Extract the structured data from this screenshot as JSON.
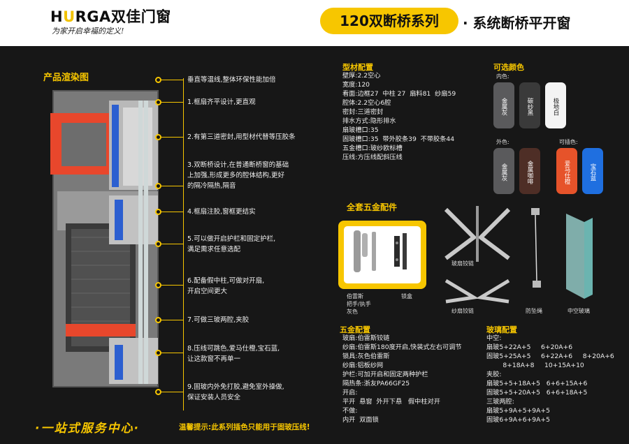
{
  "header": {
    "logo_pre": "H",
    "logo_u": "U",
    "logo_post": "RGA",
    "logo_cn": "双佳门窗",
    "slogan": "为家开启幸福的定义!",
    "series": "120双断桥系列",
    "series_sub": "· 系统断桥平开窗"
  },
  "render": {
    "title": "产品渲染图",
    "annotations": [
      "垂直等温线,整体环保性能加倍",
      "1.框扇齐平设计,更直观",
      "2.有第三道密封,用型材代替等压胶条",
      "3.双断桥设计,在普通断桥窗的基础\n上加强,形成更多的腔体结构,更好\n的隔冷隔热,隔音",
      "4.框扇注胶,窗框更结实",
      "5.可以做开启护栏和固定护栏,\n满足需求任意选配",
      "6.配备假中柱,可做对开扇,\n开启空间更大",
      "7.可做三玻两腔,夹胶",
      "8.压线可跳色,爱马仕橙,宝石蓝,\n让这款窗不再单一",
      "9.固玻内外免打胶,避免室外操做,\n保证安装人员安全"
    ]
  },
  "profile": {
    "title": "型材配置",
    "lines": "壁厚:2.2空心\n宽度:120\n看面:边框27  中柱 27  扇料81  纱扇59\n腔体:2.2空心6腔\n密封:三道密封\n排水方式:隐形排水\n扇玻槽口:35\n固玻槽口:35  带外胶条39  不带胶条44\n五金槽口:玻纱欧标槽\n压线:方压线配斜压线"
  },
  "colors": {
    "title": "可选颜色",
    "inner_label": "内色:",
    "outer_label": "外色:",
    "bead_label": "可插色:",
    "inner": [
      {
        "name": "金属灰",
        "color": "#5a5a5c"
      },
      {
        "name": "碳纱黑",
        "color": "#3a3a3a"
      },
      {
        "name": "极地白",
        "color": "#f4f4f4"
      }
    ],
    "outer": [
      {
        "name": "金属灰",
        "color": "#5a5a5c"
      },
      {
        "name": "金属咖啡",
        "color": "#4e2e26"
      }
    ],
    "bead": [
      {
        "name": "爱马仕橙",
        "color": "#e6532a"
      },
      {
        "name": "宝石蓝",
        "color": "#1f6fe0"
      }
    ]
  },
  "hardware": {
    "title": "全套五金配件",
    "handle_label": "伯雷斯\n把手/执手\n灰色",
    "lockbox_label": "锁盒",
    "hinge_label": "玻扇铰链",
    "screen_hinge_label": "纱扇铰链",
    "rope_label": "防坠绳",
    "glass_label": "中空玻璃"
  },
  "hw_config": {
    "title": "五金配置",
    "lines": "玻扇:伯雷斯铰链\n纱扇:伯雷斯180度开启,快装式左右可调节\n锁具:灰色伯雷斯\n纱扇:铝板纱网\n护栏:可加开启和固定两种护栏\n隔热条:浙友PA66GF25\n开启:\n平开  悬窗  外开下悬   假中柱对开\n不做:\n内开  双面锁"
  },
  "glass_config": {
    "title": "玻璃配置",
    "lines": "中空:\n扇玻5+22A+5     6+20A+6\n固玻5+25A+5     6+22A+6     8+20A+6\n        8+18A+8     10+15A+10\n夹胶:\n扇玻5+5+18A+5   6+6+15A+6\n固玻5+5+20A+5   6+6+18A+5\n三玻两腔:\n扇玻5+9A+5+9A+5\n固玻6+9A+6+9A+5"
  },
  "footer": {
    "slogan": "·一站式服务中心·",
    "note": "温馨提示:此系列插色只能用于固玻压线!"
  }
}
